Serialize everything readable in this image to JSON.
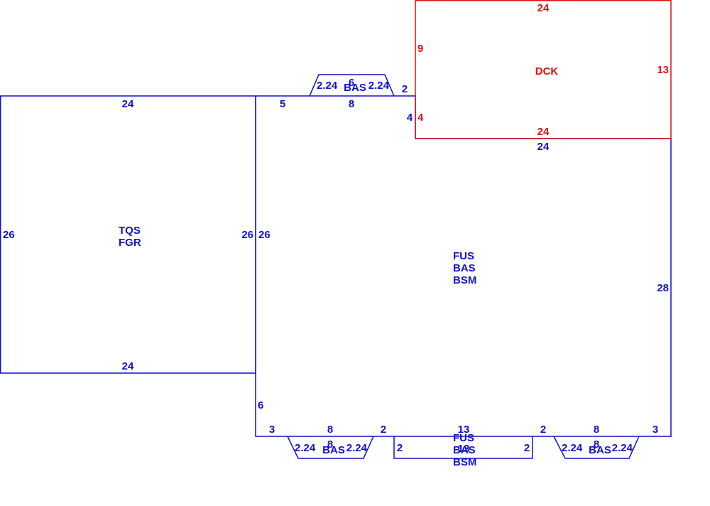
{
  "colors": {
    "structure": "#1010cc",
    "deck": "#dd1111",
    "background": "#ffffff"
  },
  "areas": {
    "garage": {
      "codes": [
        "TQS",
        "FGR"
      ]
    },
    "main_house": {
      "codes": [
        "FUS",
        "BAS",
        "BSM"
      ]
    },
    "deck": {
      "codes": [
        "DCK"
      ]
    },
    "top_bay": {
      "codes": [
        "BAS"
      ]
    },
    "bottom_left_bay": {
      "codes": [
        "BAS"
      ]
    },
    "bottom_right_bay": {
      "codes": [
        "BAS"
      ]
    },
    "bottom_bump": {
      "codes": [
        "FUS",
        "BAS",
        "BSM"
      ]
    }
  },
  "dimensions": {
    "garage": {
      "top": "24",
      "bottom": "24",
      "left": "26",
      "right": "26"
    },
    "main_house": {
      "top_left": "5",
      "top_bay_base": "8",
      "top_right_step": "2",
      "notch_side": "4",
      "under_deck": "24",
      "left": "26",
      "right": "28",
      "left_lower": "6",
      "bottom_seg_1": "3",
      "bottom_seg_2": "8",
      "bottom_seg_3": "2",
      "bottom_seg_4": "13",
      "bottom_seg_5": "2",
      "bottom_seg_6": "8",
      "bottom_seg_7": "3"
    },
    "deck": {
      "top": "24",
      "bottom": "24",
      "left_upper": "9",
      "left_lower": "4",
      "right": "13"
    },
    "top_bay": {
      "left": "2.24",
      "front": "6",
      "right": "2.24"
    },
    "bottom_left_bay": {
      "left": "2.24",
      "front": "8",
      "right": "2.24"
    },
    "bottom_right_bay": {
      "left": "2.24",
      "front": "8",
      "right": "2.24"
    },
    "bottom_bump": {
      "left": "2",
      "right": "2",
      "front": "13"
    }
  }
}
